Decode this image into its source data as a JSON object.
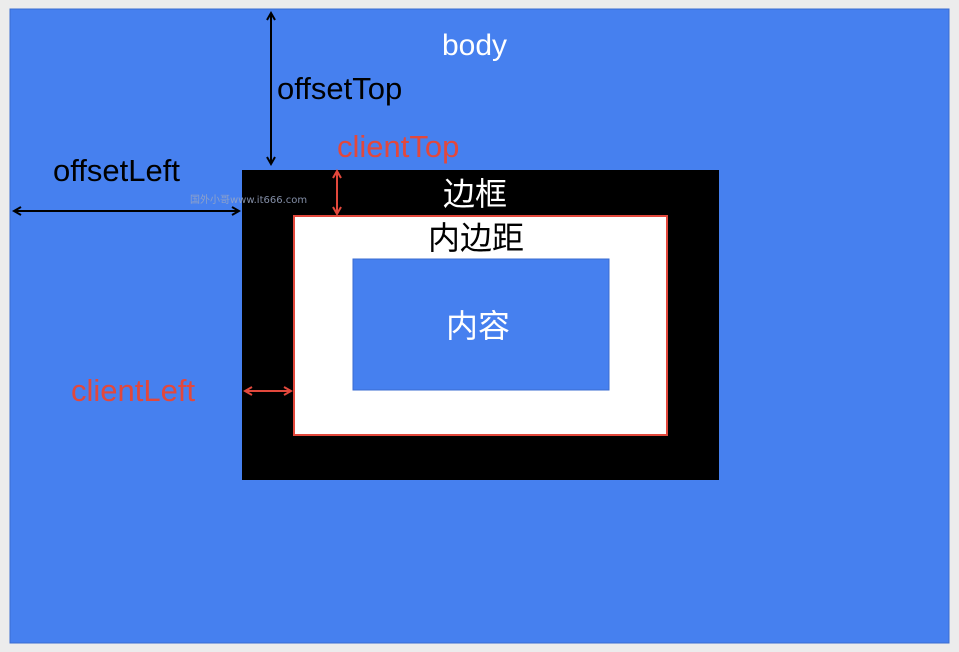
{
  "labels": {
    "body": "body",
    "offset_top": "offsetTop",
    "offset_left": "offsetLeft",
    "client_top": "clientTop",
    "client_left": "clientLeft",
    "border": "边框",
    "padding": "内边距",
    "content": "内容"
  },
  "watermark": "国外小哥www.it666.com",
  "colors": {
    "body_fill": "#4680EF",
    "border_fill": "#000000",
    "padding_fill": "#FFFFFF",
    "padding_outline": "#E2483C",
    "content_fill": "#4680EF",
    "offset_arrow": "#000000",
    "client_arrow": "#E2483C",
    "client_text": "#E2483C",
    "page_background": "#ECECEC"
  }
}
